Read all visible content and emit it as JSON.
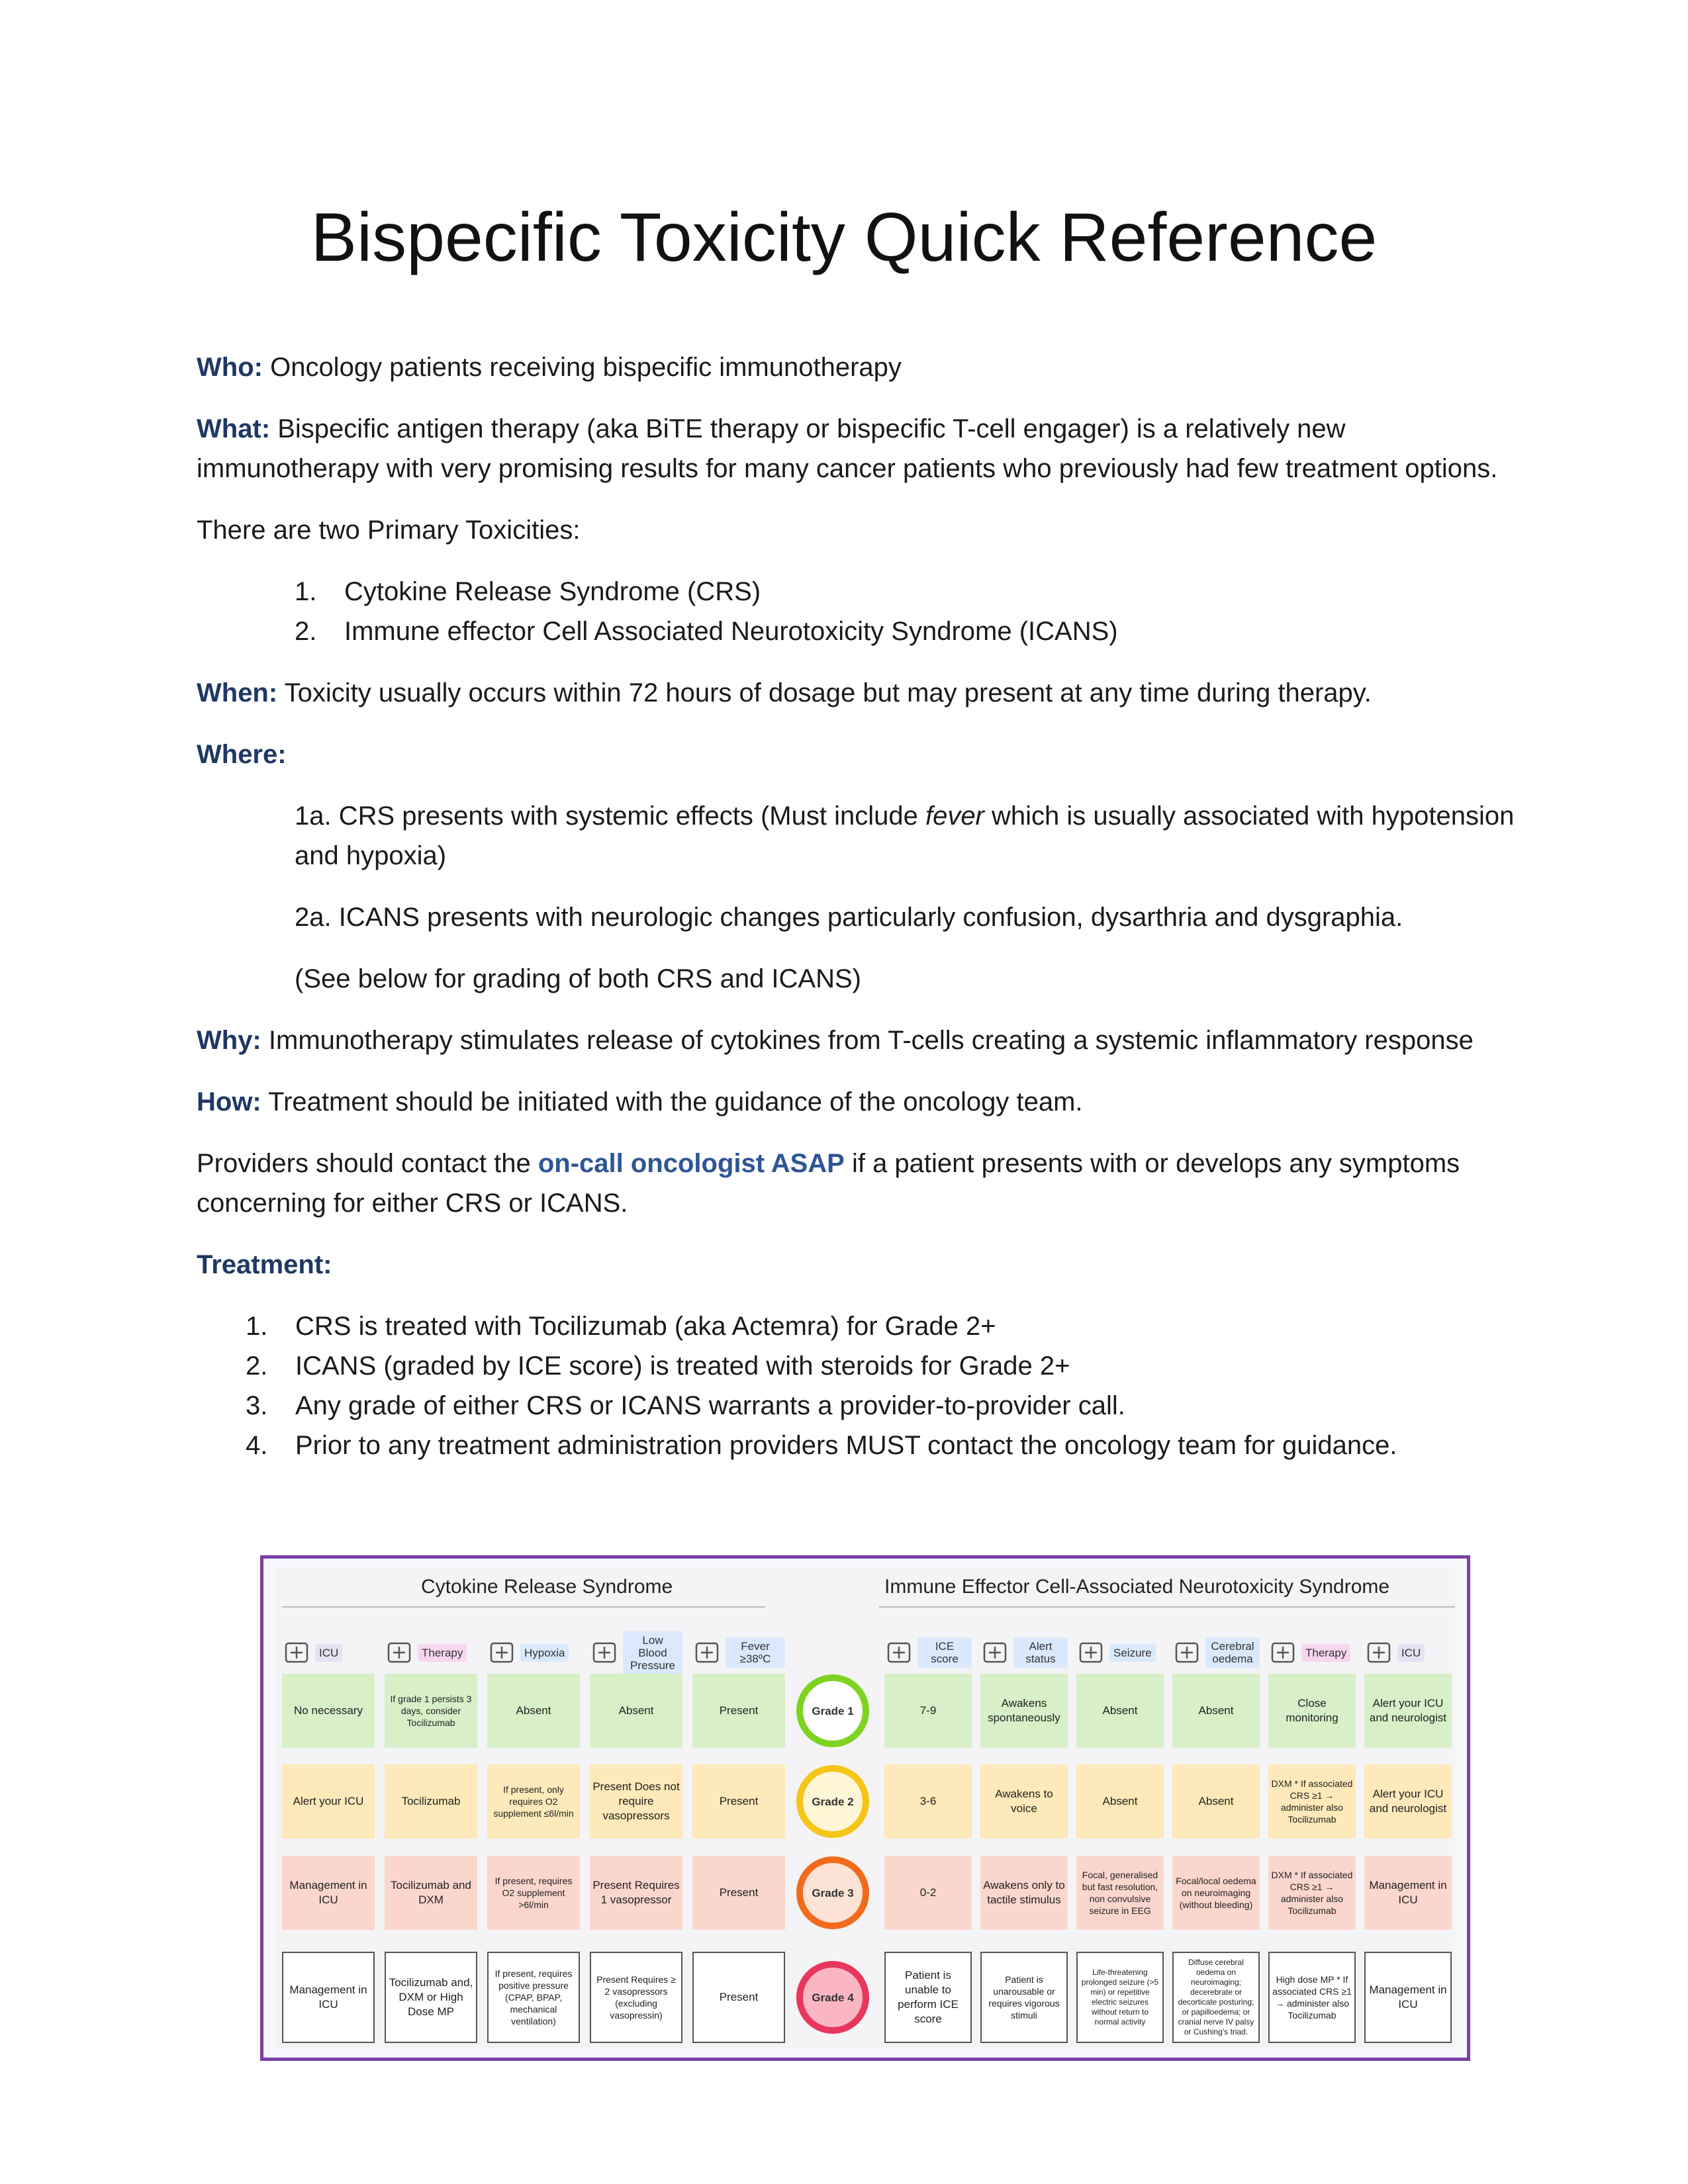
{
  "title": "Bispecific Toxicity Quick Reference",
  "who": {
    "label": "Who:",
    "text": "Oncology patients receiving bispecific immunotherapy"
  },
  "what": {
    "label": "What:",
    "text": "Bispecific antigen therapy (aka BiTE therapy or bispecific T-cell engager) is a relatively new immunotherapy with very promising results for many cancer patients who previously had few treatment options."
  },
  "toxicities": {
    "intro": "There are two Primary Toxicities:",
    "items": [
      "Cytokine Release Syndrome (CRS)",
      "Immune effector Cell Associated Neurotoxicity Syndrome (ICANS)"
    ]
  },
  "when": {
    "label": "When:",
    "text": "Toxicity usually occurs within 72 hours of dosage but may present at any time during therapy."
  },
  "where": {
    "label": "Where:",
    "crs_a": "1a. CRS presents with systemic effects (Must include ",
    "crs_em": "fever",
    "crs_b": " which is usually associated with hypotension and hypoxia)",
    "icans": "2a. ICANS presents with neurologic changes particularly confusion, dysarthria and dysgraphia.",
    "note": "(See below for grading of both CRS and ICANS)"
  },
  "why": {
    "label": "Why:",
    "text": "Immunotherapy stimulates release of cytokines from T-cells creating a systemic inflammatory response"
  },
  "how": {
    "label": "How:",
    "text": "Treatment should be initiated with the guidance of the oncology team."
  },
  "contact": {
    "pre": "Providers should contact the ",
    "highlight": "on-call oncologist ASAP",
    "post": " if a patient presents with or develops any symptoms concerning for either CRS or ICANS."
  },
  "treatment": {
    "label": "Treatment:",
    "items": [
      "CRS is treated with Tocilizumab (aka Actemra) for Grade 2+",
      "ICANS (graded by ICE score) is treated with steroids for Grade 2+",
      "Any grade of either CRS or ICANS warrants a provider-to-provider call.",
      "Prior to any treatment administration providers MUST contact the oncology team for guidance."
    ]
  },
  "infographic": {
    "crs_title": "Cytokine Release Syndrome",
    "icans_title": "Immune Effector Cell-Associated Neurotoxicity Syndrome",
    "crs_headers": [
      "ICU",
      "Therapy",
      "Hypoxia",
      "Low Blood Pressure",
      "Fever ≥38ºC"
    ],
    "icans_headers": [
      "ICE score",
      "Alert status",
      "Seizure",
      "Cerebral oedema",
      "Therapy",
      "ICU"
    ],
    "grades": [
      "Grade 1",
      "Grade 2",
      "Grade 3",
      "Grade 4"
    ],
    "crs_rows": [
      [
        "No necessary",
        "If grade 1 persists 3 days, consider Tocilizumab",
        "Absent",
        "Absent",
        "Present"
      ],
      [
        "Alert your ICU",
        "Tocilizumab",
        "If present, only requires O2 supplement ≤6l/min",
        "Present Does not require vasopressors",
        "Present"
      ],
      [
        "Management in ICU",
        "Tocilizumab and DXM",
        "If present, requires O2 supplement >6l/min",
        "Present Requires 1 vasopressor",
        "Present"
      ],
      [
        "Management in ICU",
        "Tocilizumab and, DXM or High Dose MP",
        "If present, requires positive pressure (CPAP, BPAP, mechanical ventilation)",
        "Present Requires ≥ 2 vasopressors (excluding vasopressin)",
        "Present"
      ]
    ],
    "icans_rows": [
      [
        "7-9",
        "Awakens spontaneously",
        "Absent",
        "Absent",
        "Close monitoring",
        "Alert your ICU and neurologist"
      ],
      [
        "3-6",
        "Awakens to voice",
        "Absent",
        "Absent",
        "DXM * If associated CRS ≥1 → administer also Tocilizumab",
        "Alert your ICU and neurologist"
      ],
      [
        "0-2",
        "Awakens only to tactile stimulus",
        "Focal, generalised but fast resolution, non convulsive seizure in EEG",
        "Focal/local oedema on neuroimaging (without bleeding)",
        "DXM * If associated CRS ≥1 → administer also Tocilizumab",
        "Management in ICU"
      ],
      [
        "Patient is unable to perform ICE score",
        "Patient is unarousable or requires vigorous stimuli",
        "Life-threatening prolonged seizure (>5 min) or repetitive electric seizures without return to normal activity",
        "Diffuse cerebral oedema on neuroimaging; decerebrate or decorticate posturing; or papilloedema; or cranial nerve IV palsy or Cushing's triad.",
        "High dose MP * If associated CRS ≥1 → administer also Tocilizumab",
        "Management in ICU"
      ]
    ],
    "colors": {
      "border": "#7b3fa6",
      "grade1": "#7ed321",
      "grade2": "#f5c518",
      "grade3": "#f26b1d",
      "grade4": "#e8365d"
    }
  }
}
